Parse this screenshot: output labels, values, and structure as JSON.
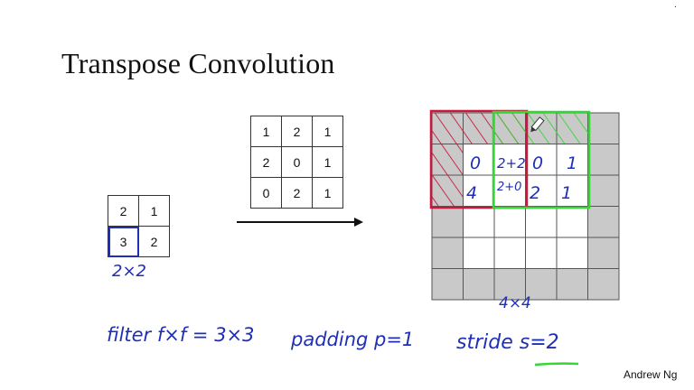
{
  "slide": {
    "title": "Transpose Convolution",
    "footer": "Andrew Ng"
  },
  "input_matrix": {
    "rows": [
      [
        "2",
        "1"
      ],
      [
        "3",
        "2"
      ]
    ],
    "highlighted_cell": {
      "row": 1,
      "col": 0
    },
    "size_label": "2×2"
  },
  "filter_matrix": {
    "rows": [
      [
        "1",
        "2",
        "1"
      ],
      [
        "2",
        "0",
        "1"
      ],
      [
        "0",
        "2",
        "1"
      ]
    ]
  },
  "output_grid": {
    "size_label": "4×4",
    "padded_size": 6,
    "padding": 1,
    "handwritten_values": [
      [
        "0",
        "2+2",
        "0",
        "1"
      ],
      [
        "4",
        "2+0",
        "2",
        "1"
      ]
    ]
  },
  "annotations": {
    "filter": "filter f×f = 3×3",
    "padding": "padding p=1",
    "stride": "stride s=2"
  },
  "colors": {
    "red_box": "#c8193c",
    "green_box": "#35d635",
    "padding_cell": "#c9c9c9",
    "ink_blue": "#1f2fb8",
    "input_highlight": "#1f2fb8"
  }
}
